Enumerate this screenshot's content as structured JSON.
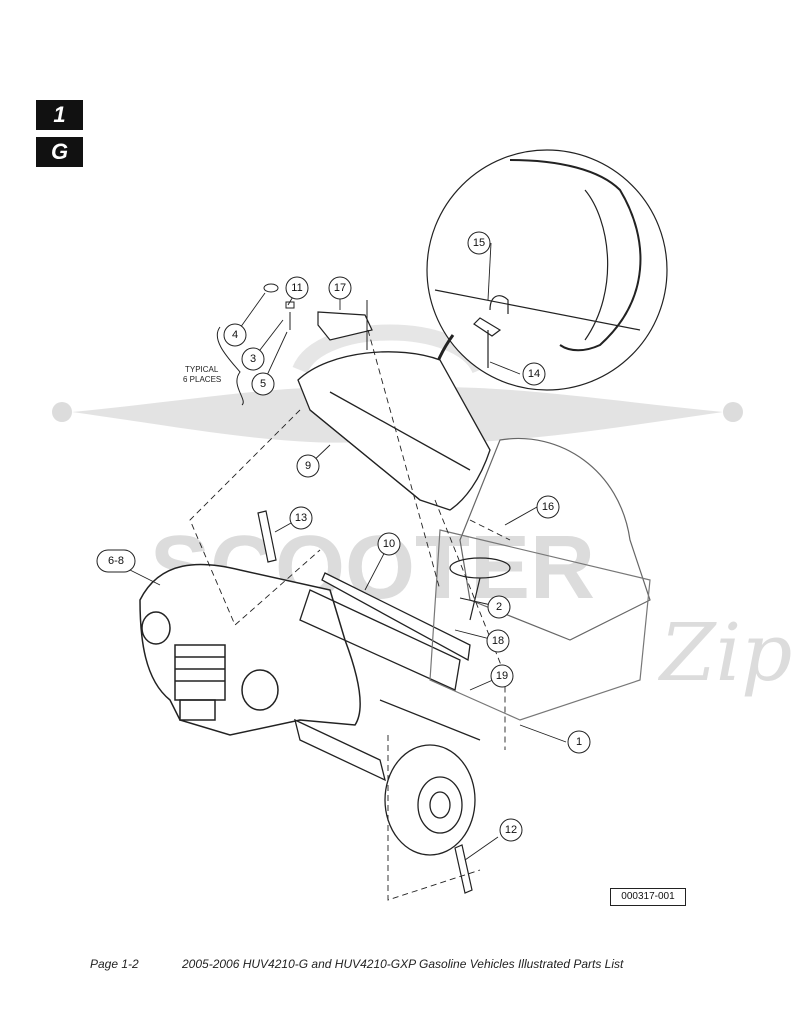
{
  "section_tab": "1",
  "subsection_tab": "G",
  "callouts": {
    "c1": "1",
    "c2": "2",
    "c3": "3",
    "c4": "4",
    "c5": "5",
    "c68": "6-8",
    "c9": "9",
    "c10": "10",
    "c11": "11",
    "c12": "12",
    "c13": "13",
    "c14": "14",
    "c15": "15",
    "c16": "16",
    "c17": "17",
    "c18": "18",
    "c19": "19"
  },
  "note": {
    "line1": "TYPICAL",
    "line2": "6 PLACES"
  },
  "watermark": {
    "brand": "SCOOTER",
    "script": "Zip"
  },
  "figure_number": "000317-001",
  "footer": {
    "page": "Page 1-2",
    "title": "2005-2006 HUV4210-G and HUV4210-GXP Gasoline Vehicles Illustrated Parts List"
  },
  "colors": {
    "line": "#222222",
    "watermark": "#dcdcdc",
    "tab": "#111111"
  }
}
